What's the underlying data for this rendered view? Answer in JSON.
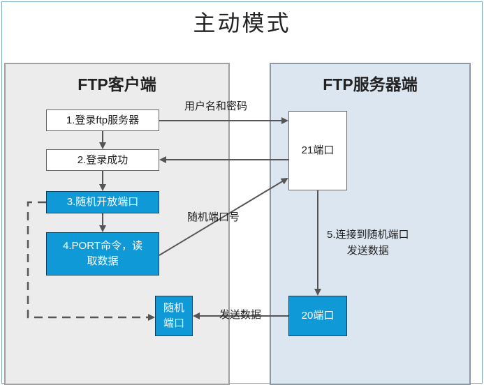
{
  "title": "主动模式",
  "client": {
    "title": "FTP客户端",
    "step1": "1.登录ftp服务器",
    "step2": "2.登录成功",
    "step3": "3.随机开放端口",
    "step4": {
      "line1": "4.PORT命令，读",
      "line2": "取数据"
    },
    "random_port": {
      "line1": "随机",
      "line2": "端口"
    }
  },
  "server": {
    "title": "FTP服务器端",
    "port21": "21端口",
    "port20": "20端口"
  },
  "labels": {
    "user_pass": "用户名和密码",
    "random_port_no": "随机端口号",
    "connect": {
      "line1": "5.连接到随机端口",
      "line2": "发送数据"
    },
    "send_data": "发送数据"
  },
  "colors": {
    "client_panel": "#ececec",
    "server_panel": "#dbe6f1",
    "active_box": "#0f9ad7",
    "arrow": "#555555"
  }
}
